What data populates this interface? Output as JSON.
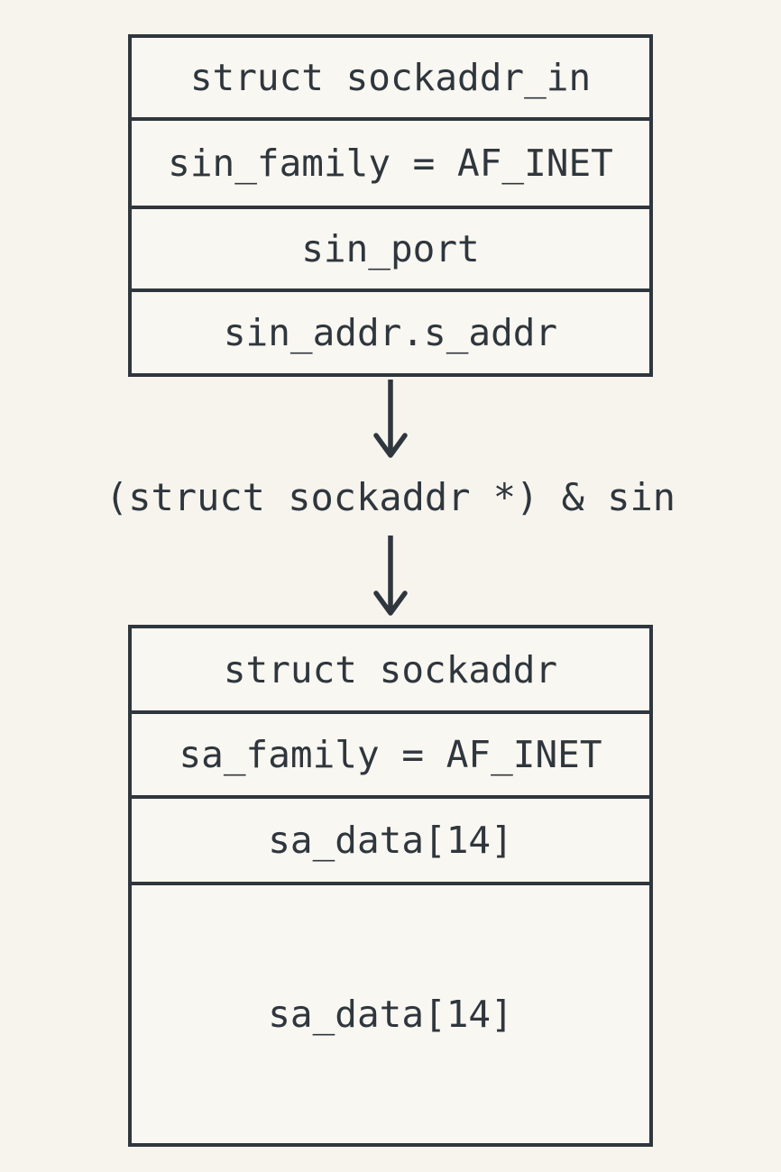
{
  "diagram": {
    "background_color": "#f7f4ee",
    "ink_color": "#2f363d",
    "top_box": {
      "title": "struct sockaddr_in",
      "rows": [
        "sin_family = AF_INET",
        "sin_port",
        "sin_addr.s_addr"
      ]
    },
    "cast_label": "(struct sockaddr *) & sin",
    "bottom_box": {
      "title": "struct sockaddr",
      "rows": [
        "sa_family = AF_INET",
        "sa_data[14]",
        "sa_data[14]"
      ]
    },
    "icons": {
      "connector": "down-arrow"
    }
  }
}
